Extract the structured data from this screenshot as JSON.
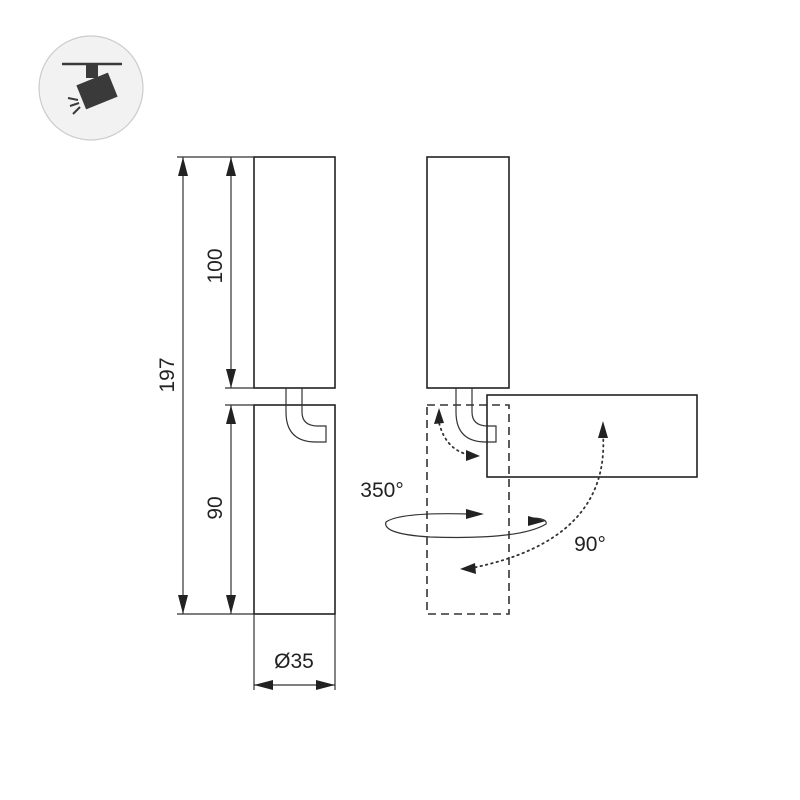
{
  "dimensions": {
    "total_height": "197",
    "head_length": "100",
    "base_length": "90",
    "diameter": "Ø35"
  },
  "rotation": {
    "horizontal_angle": "350°",
    "vertical_angle": "90°"
  },
  "icons": {
    "mount_type": "track-spotlight-icon"
  },
  "colors": {
    "stroke": "#222222",
    "icon_circle": "#f2f2f2",
    "icon_dark": "#3a3a3a"
  }
}
